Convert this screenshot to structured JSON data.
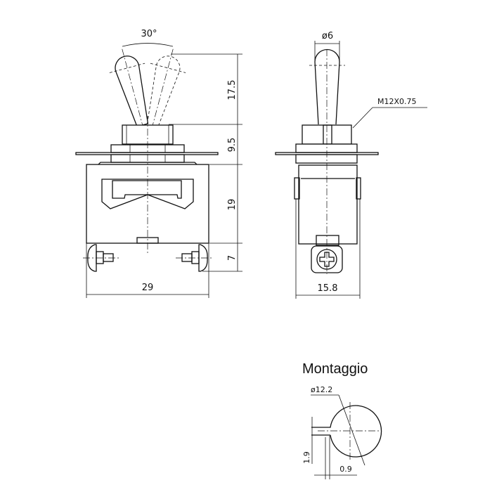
{
  "front_view": {
    "angle_label": "30°",
    "dimensions": [
      "17.5",
      "9.5",
      "19",
      "7"
    ],
    "width_label": "29"
  },
  "side_view": {
    "lever_diameter_label": "ø6",
    "thread_label": "M12X0.75",
    "width_label": "15.8"
  },
  "mounting": {
    "title": "Montaggio",
    "hole_diameter_label": "ø12.2",
    "notch_height_label": "1.9",
    "notch_depth_label": "0.9"
  }
}
